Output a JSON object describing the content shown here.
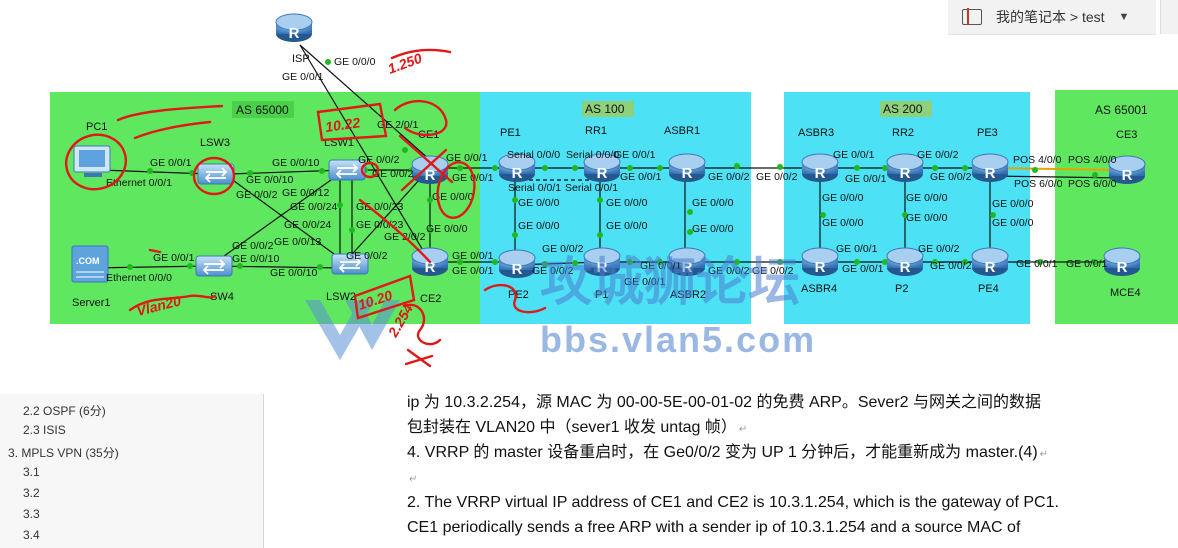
{
  "notebook": {
    "path": "我的笔记本 > test",
    "icon": "notebook-icon"
  },
  "diagram": {
    "as_labels": {
      "as65000": "AS 65000",
      "as100": "AS 100",
      "as200": "AS 200",
      "as65001": "AS 65001"
    },
    "devices": {
      "isp": "ISP",
      "pc1": "PC1",
      "lsw3": "LSW3",
      "lsw1": "LSW1",
      "ce1": "CE1",
      "ce2": "CE2",
      "lsw2": "LSW2",
      "sw4": "SW4",
      "server1": "Server1",
      "pe1": "PE1",
      "rr1": "RR1",
      "asbr1": "ASBR1",
      "pe2": "PE2",
      "p1": "P1",
      "asbr2": "ASBR2",
      "asbr3": "ASBR3",
      "rr2": "RR2",
      "pe3": "PE3",
      "asbr4": "ASBR4",
      "p2": "P2",
      "pe4": "PE4",
      "ce3": "CE3",
      "mce4": "MCE4"
    },
    "server_badge": ".COM",
    "ports": [
      "GE 0/0/0",
      "GE 0/0/1",
      "GE 2/0/1",
      "GE 0/0/1",
      "Ethernet 0/0/1",
      "GE 0/0/10",
      "GE 0/0/10",
      "GE 0/0/2",
      "GE 0/0/2",
      "GE 0/0/12",
      "GE 0/0/24",
      "GE 0/0/24",
      "GE 0/0/23",
      "GE 0/0/23",
      "GE 0/0/2",
      "GE 0/0/1",
      "GE 0/0/1",
      "GE 0/0/0",
      "GE 0/0/1",
      "Ethernet 0/0/0",
      "GE 0/0/2",
      "GE 0/0/13",
      "GE 0/0/10",
      "GE 0/0/10",
      "GE 0/0/2",
      "GE 2/0/2",
      "GE 0/0/1",
      "GE 0/0/1",
      "GE 0/0/0",
      "Serial 0/0/0",
      "Serial 0/0/0",
      "GE 0/0/1",
      "Serial 0/0/1",
      "Serial 0/0/1",
      "GE 0/0/1",
      "GE 0/0/2",
      "GE 0/0/0",
      "GE 0/0/0",
      "GE 0/0/0",
      "GE 0/0/0",
      "GE 0/0/0",
      "GE 0/0/0",
      "GE 0/0/2",
      "GE 0/0/2",
      "GE 0/0/1",
      "GE 0/0/1",
      "GE 0/0/2",
      "GE 0/0/2",
      "GE 0/0/2",
      "GE 0/0/1",
      "GE 0/0/2",
      "GE 0/0/1",
      "GE 0/0/2",
      "GE 0/0/0",
      "GE 0/0/0",
      "GE 0/0/0",
      "GE 0/0/0",
      "GE 0/0/0",
      "GE 0/0/0",
      "GE 0/0/1",
      "GE 0/0/2",
      "GE 0/0/1",
      "GE 0/0/2",
      "GE 0/0/1",
      "GE 0/0/1",
      "POS 4/0/0",
      "POS 4/0/0",
      "POS 6/0/0",
      "POS 6/0/0"
    ],
    "annotations": {
      "a1": "1.250",
      "a2": "10.22",
      "a3": "10.20",
      "a4": "2.254",
      "a5": "Vlan20"
    },
    "watermark": {
      "cn": "攻城狮论坛",
      "url": "bbs.vlan5.com"
    }
  },
  "toc": [
    "2.2 OSPF (6分)",
    "2.3 ISIS",
    "3. MPLS VPN (35分)",
    "3.1",
    "3.2",
    "3.3",
    "3.4"
  ],
  "doc": {
    "line1": "ip 为 10.3.2.254，源 MAC 为 00-00-5E-00-01-02 的免费 ARP。Sever2 与网关之间的数据",
    "line2": "包封装在 VLAN20 中（sever1 收发 untag 帧）",
    "line3": "4. VRRP 的 master 设备重启时，在 Ge0/0/2 变为 UP 1 分钟后，才能重新成为 master.(4)",
    "line4": "",
    "line5": "2. The VRRP virtual IP address of CE1 and CE2 is 10.3.1.254, which is the gateway of PC1.",
    "line6": "CE1 periodically sends a free ARP with a sender ip of 10.3.1.254 and a source MAC of",
    "para_mark": "↵"
  },
  "colors": {
    "as_green": "#5fe85f",
    "as_cyan": "#4de1f6",
    "router_blue": "#3d7fc2",
    "ink_red": "#e01818",
    "link": "#111111"
  }
}
